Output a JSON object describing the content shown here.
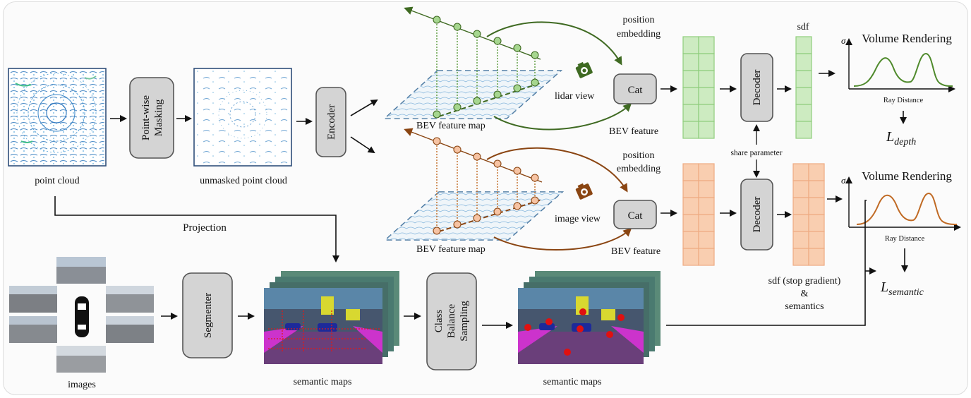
{
  "labels": {
    "point_cloud": "point cloud",
    "unmasked_point_cloud": "unmasked point cloud",
    "point_wise_masking_line1": "Point-wise",
    "point_wise_masking_line2": "Masking",
    "encoder": "Encoder",
    "bev_feature_map": "BEV feature map",
    "lidar_view": "lidar view",
    "image_view": "image view",
    "position_embedding_line1": "position",
    "position_embedding_line2": "embedding",
    "bev_feature": "BEV feature",
    "cat": "Cat",
    "decoder": "Decoder",
    "share_parameter": "share parameter",
    "sdf": "sdf",
    "sdf_stop_gradient": "sdf (stop gradient)",
    "ampersand": "&",
    "semantics": "semantics",
    "volume_rendering": "Volume Rendering",
    "sigma": "σ",
    "ray_distance": "Ray Distance",
    "l_depth_base": "L",
    "l_depth_sub": "depth",
    "l_semantic_base": "L",
    "l_semantic_sub": "semantic",
    "projection": "Projection",
    "images": "images",
    "segmenter": "Segmenter",
    "semantic_maps": "semantic maps",
    "class_balance_line1": "Class",
    "class_balance_line2": "Balance",
    "class_balance_line3": "Sampling"
  },
  "colors": {
    "lidar_green": "#4f7f2e",
    "lidar_green_light": "#9cd08a",
    "feature_green_fill": "#cdebc1",
    "feature_green_stroke": "#8fcd7c",
    "image_orange": "#9c4d16",
    "image_orange_light": "#f3b996",
    "feature_orange_fill": "#f9ceb0",
    "feature_orange_stroke": "#eeab82",
    "curve_green": "#4f8a2c",
    "curve_orange": "#c06a24",
    "block_gray": "#d4d4d4",
    "bev_dashed": "#3f6f9a",
    "semantic_magenta": "#cc33cc",
    "semantic_purple": "#6a3f7a",
    "sample_red": "#e01010"
  },
  "icons": [
    "camera-icon",
    "car-icon"
  ]
}
